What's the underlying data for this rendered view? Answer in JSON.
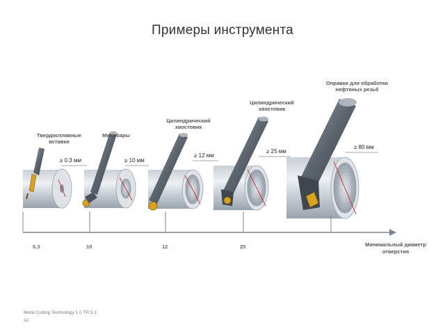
{
  "title": "Примеры инструмента",
  "tools": [
    {
      "label": "Твердосплавные вставки",
      "min_size": "≥ 0.3 мм"
    },
    {
      "label": "Минибары",
      "min_size": "≥ 10 мм"
    },
    {
      "label": "Цилиндрический хвостовик",
      "min_size": "≥ 12 мм"
    },
    {
      "label": "Цилиндрический хвостовик",
      "min_size": "≥ 25 мм"
    },
    {
      "label": "Оправки для обработки нефтяных резьб",
      "min_size": "≥ 80 мм"
    }
  ],
  "axis": {
    "ticks": [
      "0.3",
      "10",
      "12",
      "25"
    ],
    "title": "Минимальный диаметр отверстия"
  },
  "footer": {
    "source": "Metal Cutting Technology 1.0 TR 5.3",
    "page": "12"
  }
}
